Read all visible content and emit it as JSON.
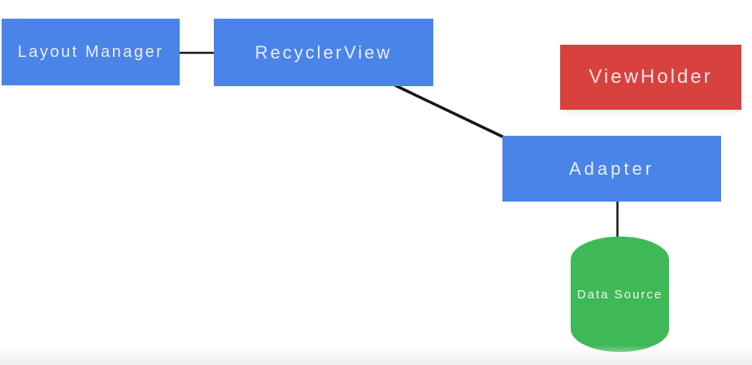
{
  "diagram": {
    "nodes": [
      {
        "id": "layout-manager",
        "label": "Layout Manager",
        "shape": "rect",
        "fill": "#4a84e8",
        "text_color": "#e9eefb"
      },
      {
        "id": "recyclerview",
        "label": "RecyclerView",
        "shape": "rect",
        "fill": "#4a84e8",
        "text_color": "#e9eefb"
      },
      {
        "id": "viewholder",
        "label": "ViewHolder",
        "shape": "rect",
        "fill": "#d7413e",
        "text_color": "#f5e3e3"
      },
      {
        "id": "adapter",
        "label": "Adapter",
        "shape": "rect",
        "fill": "#4a84e8",
        "text_color": "#e9eefb"
      },
      {
        "id": "data-source",
        "label": "Data Source",
        "shape": "cylinder",
        "fill": "#3fb857",
        "text_color": "#eaf9ee"
      }
    ],
    "edges": [
      {
        "from": "layout-manager",
        "to": "recyclerview"
      },
      {
        "from": "recyclerview",
        "to": "adapter"
      },
      {
        "from": "adapter",
        "to": "data-source"
      }
    ],
    "edge_color": "#161616",
    "background_color": "#ffffff",
    "footer_strip_color": "#f0f0f1"
  }
}
